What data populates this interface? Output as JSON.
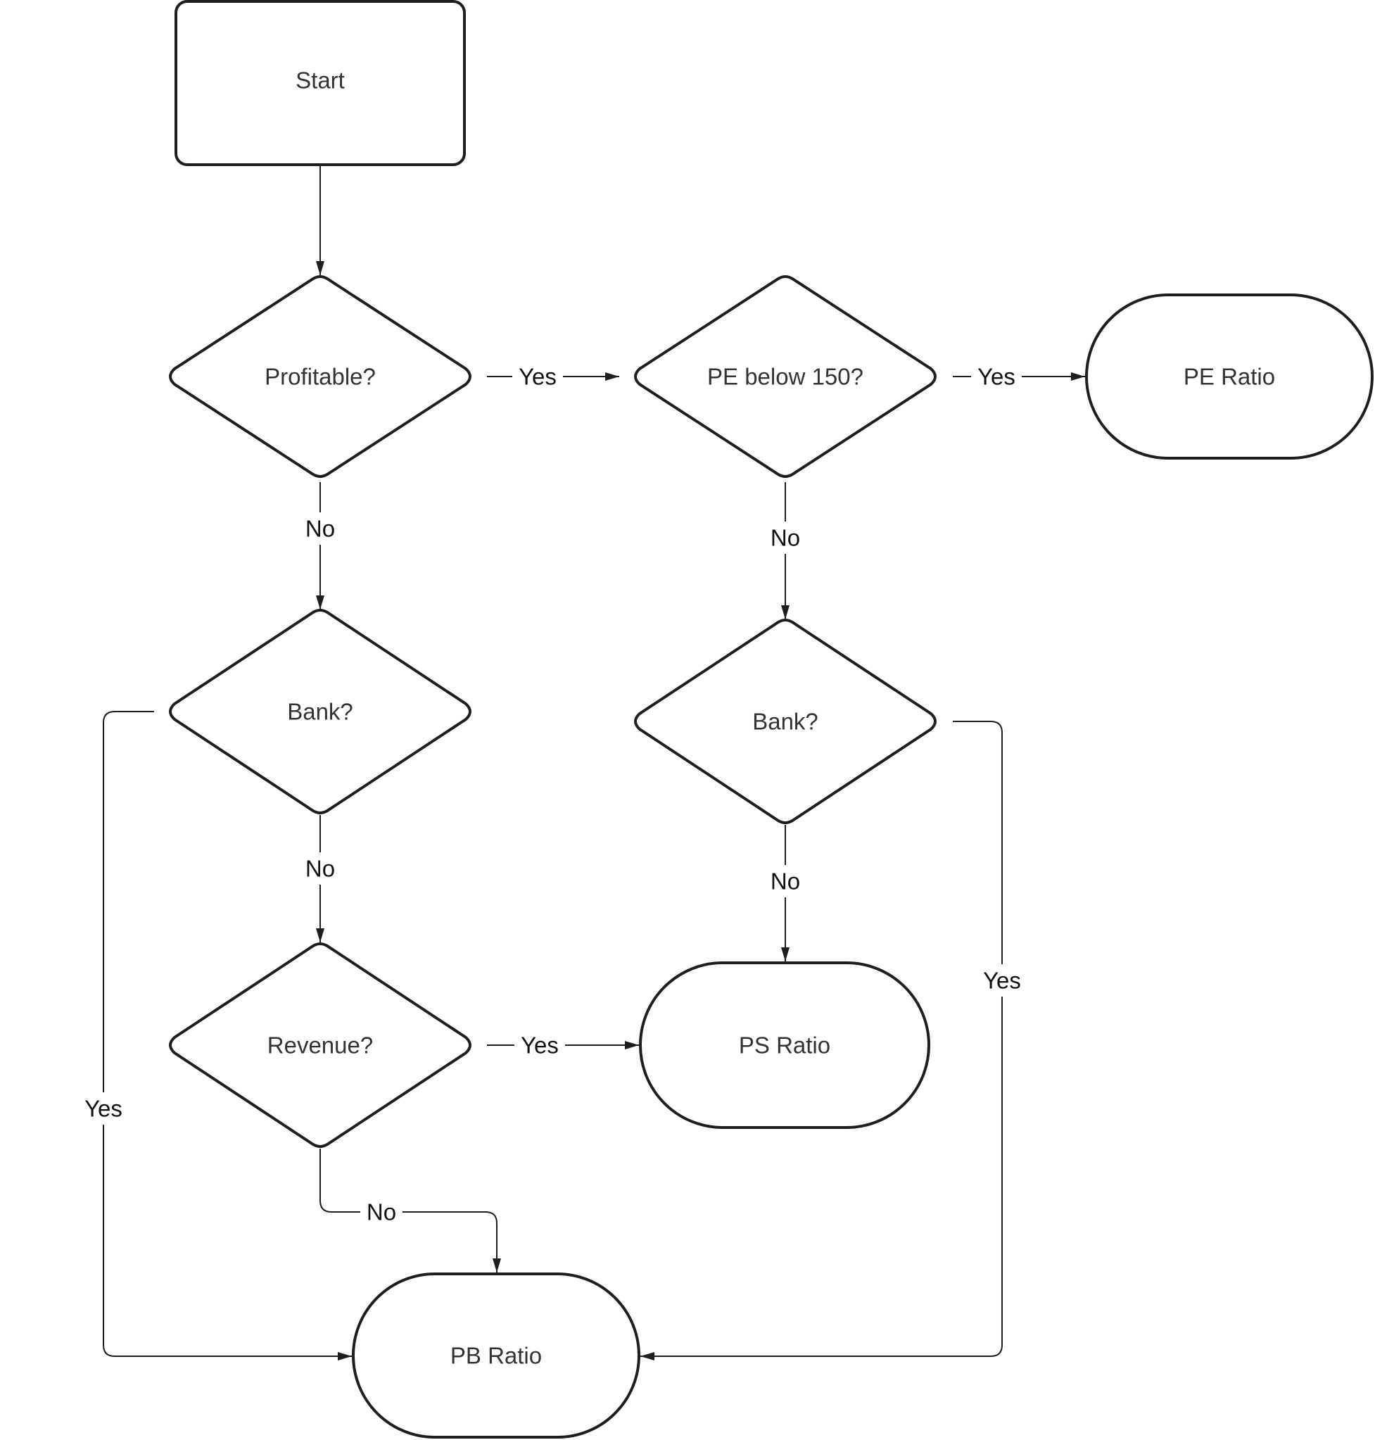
{
  "nodes": {
    "start": "Start",
    "profitable": "Profitable?",
    "pe_below": "PE below 150?",
    "pe_ratio": "PE Ratio",
    "bank_left": "Bank?",
    "bank_right": "Bank?",
    "revenue": "Revenue?",
    "ps_ratio": "PS Ratio",
    "pb_ratio": "PB Ratio"
  },
  "edges": {
    "profitable_to_pe_below": "Yes",
    "pe_below_to_pe_ratio": "Yes",
    "profitable_to_bank_left": "No",
    "pe_below_to_bank_right": "No",
    "bank_left_to_revenue": "No",
    "bank_right_to_ps_ratio": "No",
    "revenue_to_ps_ratio": "Yes",
    "revenue_to_pb_ratio": "No",
    "bank_left_to_pb_ratio": "Yes",
    "bank_right_to_pb_ratio": "Yes"
  },
  "colors": {
    "stroke": "#1e1e1e",
    "node_text": "#333333",
    "background": "#ffffff"
  }
}
